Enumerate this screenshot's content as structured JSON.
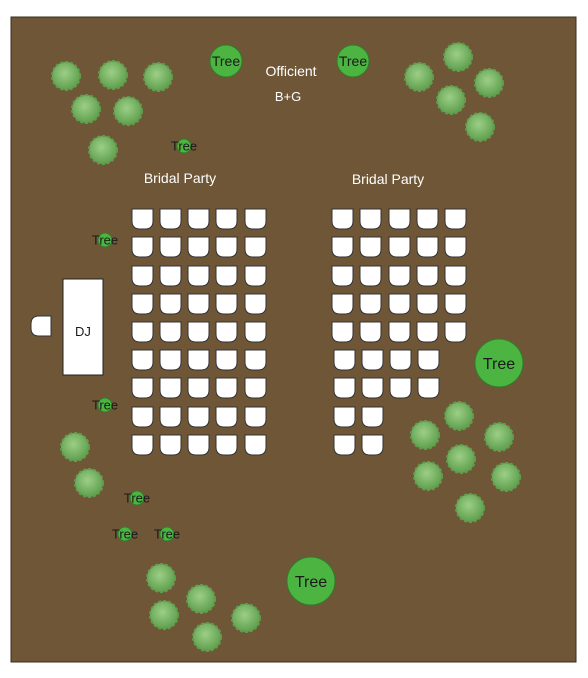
{
  "ground_color": "#6f5637",
  "labels": {
    "officient": "Officient",
    "couple": "B+G",
    "bridal_left": "Bridal Party",
    "bridal_right": "Bridal Party",
    "dj": "DJ",
    "tree": "Tree"
  },
  "colors": {
    "tree_fill": "#4cb441",
    "tree_stroke": "#2e7d2a",
    "shrub_fill": "#7fbf6a",
    "shrub_dark": "#5e9e4d",
    "chair_fill": "#ffffff",
    "chair_stroke": "#333333",
    "text_light": "#ffffff"
  },
  "seating": {
    "left_rows": [
      5,
      5,
      5,
      5,
      5,
      5,
      5,
      5,
      5
    ],
    "right_rows": [
      5,
      5,
      5,
      5,
      5,
      4,
      4,
      2,
      2
    ]
  }
}
